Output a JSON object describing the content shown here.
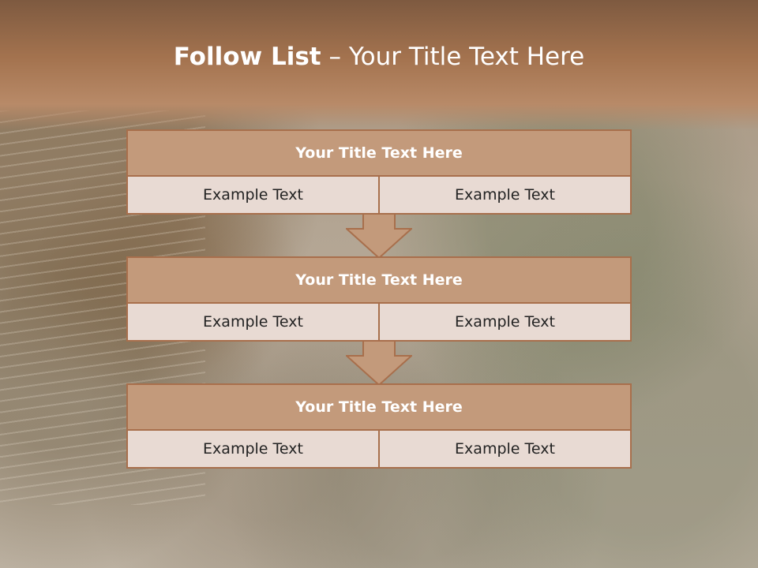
{
  "title": {
    "bold": "Follow List",
    "rest": " – Your Title Text Here"
  },
  "steps": [
    {
      "heading": "Your Title Text Here",
      "left": "Example Text",
      "right": "Example Text"
    },
    {
      "heading": "Your Title Text Here",
      "left": "Example Text",
      "right": "Example Text"
    },
    {
      "heading": "Your Title Text Here",
      "left": "Example Text",
      "right": "Example Text"
    }
  ],
  "colors": {
    "header_band": "#a4734f",
    "box_border": "#a86f4c",
    "box_head": "#c39a7b",
    "box_row": "#e8dad3",
    "arrow_fill": "#c39a7b"
  }
}
